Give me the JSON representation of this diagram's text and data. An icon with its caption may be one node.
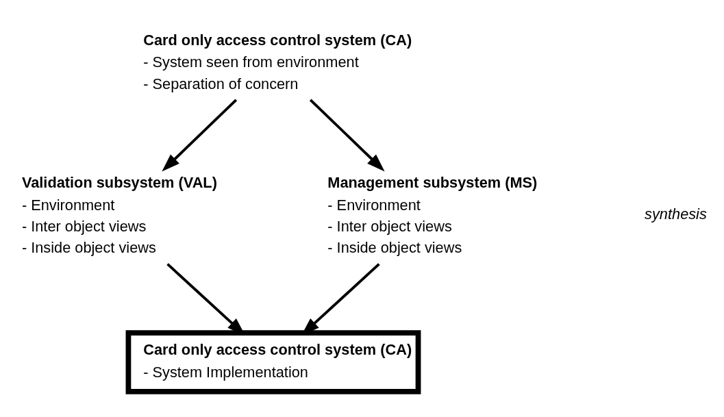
{
  "diagram": {
    "nodes": [
      {
        "text": [
          "Card only access control system (CA)",
          "- System seen from environment",
          "- Separation of concern"
        ]
      },
      {
        "text": [
          "Validation subsystem (VAL)",
          "- Environment",
          "- Inter object views",
          "- Inside object views"
        ]
      },
      {
        "text": [
          "Management subsystem (MS)",
          "- Environment",
          "- Inter object views",
          "- Inside object views"
        ]
      },
      {
        "text": [
          "Card only access control system (CA)",
          "- System Implementation"
        ]
      }
    ],
    "edges": [
      {
        "from": 0,
        "to": 1,
        "arrow": "to"
      },
      {
        "from": 0,
        "to": 2,
        "arrow": "to"
      },
      {
        "from": 1,
        "to": 3,
        "arrow": "to"
      },
      {
        "from": 2,
        "to": 3,
        "arrow": "to"
      }
    ],
    "labels": [
      "synthesis"
    ]
  }
}
